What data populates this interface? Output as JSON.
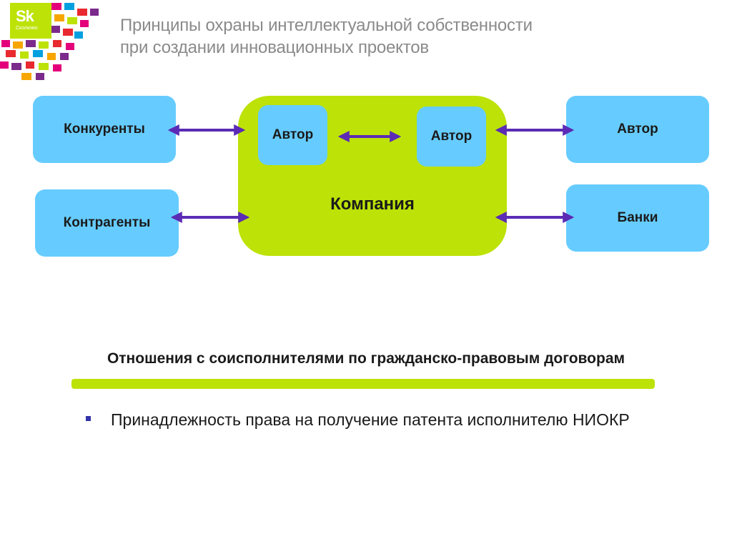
{
  "header": {
    "logo": {
      "mark": "Sk",
      "wordmark": "Сколково",
      "colors": [
        "#e3007a",
        "#bde207",
        "#7b2a8b",
        "#e8292f",
        "#f7a600",
        "#00a0e0"
      ]
    },
    "title_line1": "Принципы охраны интеллектуальной собственности",
    "title_line2": "при создании инновационных проектов"
  },
  "diagram": {
    "center_label": "Компания",
    "inner_left": "Автор",
    "inner_right": "Автор",
    "left_top": "Конкуренты",
    "left_bottom": "Контрагенты",
    "right_top": "Автор",
    "right_bottom": "Банки",
    "colors": {
      "box": "#66ccff",
      "center": "#bde207",
      "arrow": "#5b2bb5"
    }
  },
  "section": {
    "title": "Отношения с соисполнителями по гражданско-правовым договорам",
    "bullets": [
      "Принадлежность права на получение патента исполнителю НИОКР"
    ]
  }
}
